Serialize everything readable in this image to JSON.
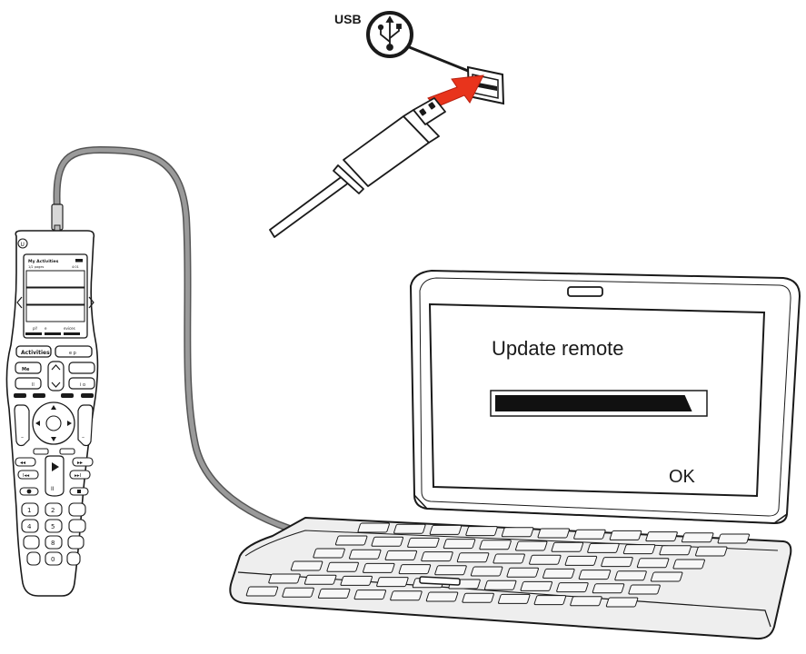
{
  "usb_callout": {
    "label": "USB",
    "icon": "usb-trident-icon"
  },
  "laptop_screen": {
    "title": "Update remote",
    "progress": 0.95,
    "ok_label": "OK"
  },
  "remote": {
    "screen_title": "My Activities",
    "screen_subtitle": "1/2 pages",
    "screen_time": "4:01",
    "screen_bottom_left": "pl!",
    "screen_bottom_mid": "e",
    "screen_bottom_right": "evices",
    "activities_label": "Activities",
    "help_label": "e p",
    "menu_label": "Me",
    "guide_label": "ll",
    "info_label": "i o",
    "keypad": [
      "1",
      "2",
      "4",
      "5",
      "8",
      "0"
    ]
  },
  "colors": {
    "cable": "#8a8a8a",
    "arrow": "#e8341c",
    "line": "#1a1a1a",
    "progress_fill": "#111111"
  }
}
